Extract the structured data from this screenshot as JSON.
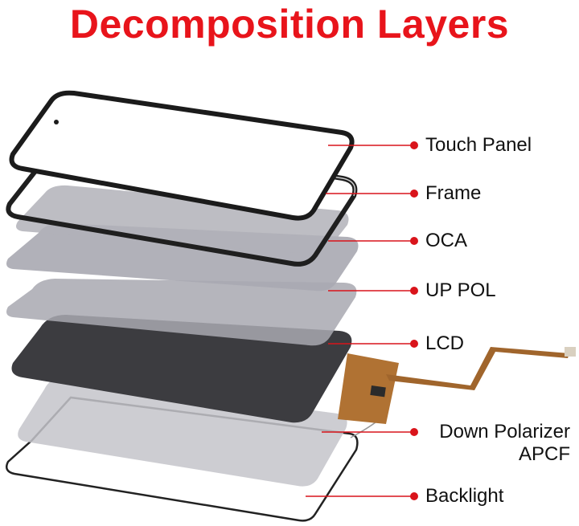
{
  "title": "Decomposition Layers",
  "colors": {
    "title": "#e8141b",
    "callout": "#d9141b",
    "label_text": "#111111",
    "touch_panel_border": "#1b1b1b",
    "frame_border": "#262626",
    "film_gray": "#a9a9b1",
    "lcd_dark": "#3a3a3e",
    "flex_cable": "#b8783a"
  },
  "layers": [
    {
      "name": "Touch Panel"
    },
    {
      "name": "Frame"
    },
    {
      "name": "OCA"
    },
    {
      "name": "UP POL"
    },
    {
      "name": "LCD"
    },
    {
      "name": "Down Polarizer",
      "name_line2": "APCF"
    },
    {
      "name": "Backlight"
    }
  ]
}
